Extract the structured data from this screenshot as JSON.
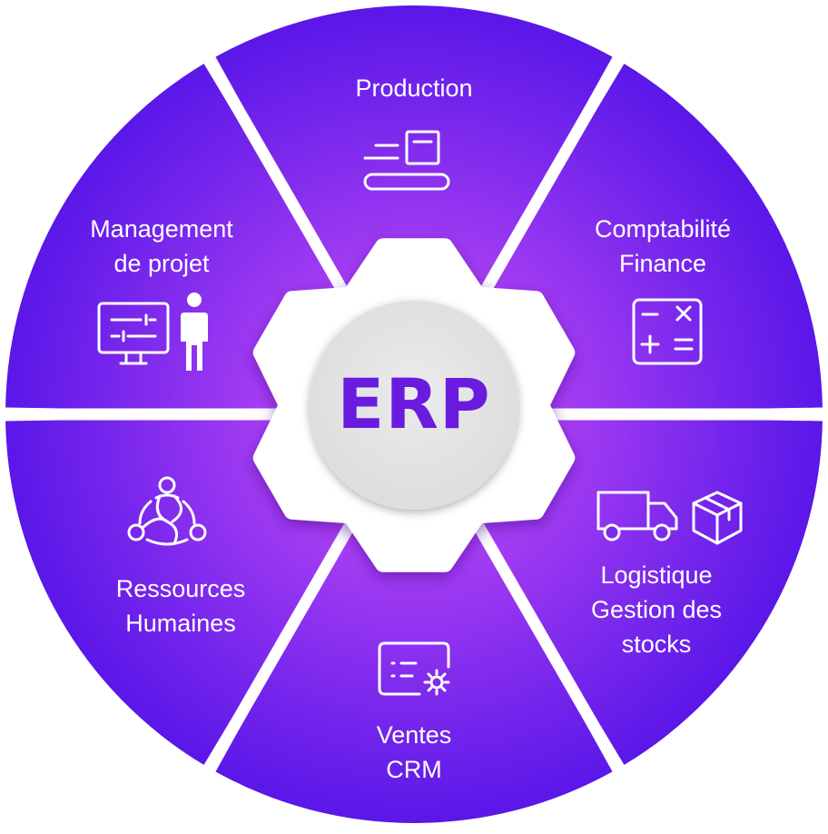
{
  "center": {
    "label": "ERP",
    "color": "#6a1be0",
    "disc_color": "#e4e4e4"
  },
  "colors": {
    "segment_edge": "#5a17e8",
    "segment_glow": "#c64cf5",
    "divider": "#ffffff",
    "text": "#ffffff"
  },
  "segments": {
    "production": {
      "line1": "Production",
      "icon": "production-line-icon"
    },
    "comptabilite": {
      "line1": "Comptabilité",
      "line2": "Finance",
      "icon": "calculator-icon"
    },
    "logistique": {
      "line1": "Logistique",
      "line2": "Gestion des",
      "line3": "stocks",
      "icon": "truck-icon",
      "icon2": "package-box-icon"
    },
    "ventes": {
      "line1": "Ventes",
      "line2": "CRM",
      "icon": "sales-settings-icon"
    },
    "rh": {
      "line1": "Ressources",
      "line2": "Humaines",
      "icon": "people-network-icon"
    },
    "management": {
      "line1": "Management",
      "line2": "de projet",
      "icon": "monitor-icon",
      "icon2": "person-icon"
    }
  }
}
